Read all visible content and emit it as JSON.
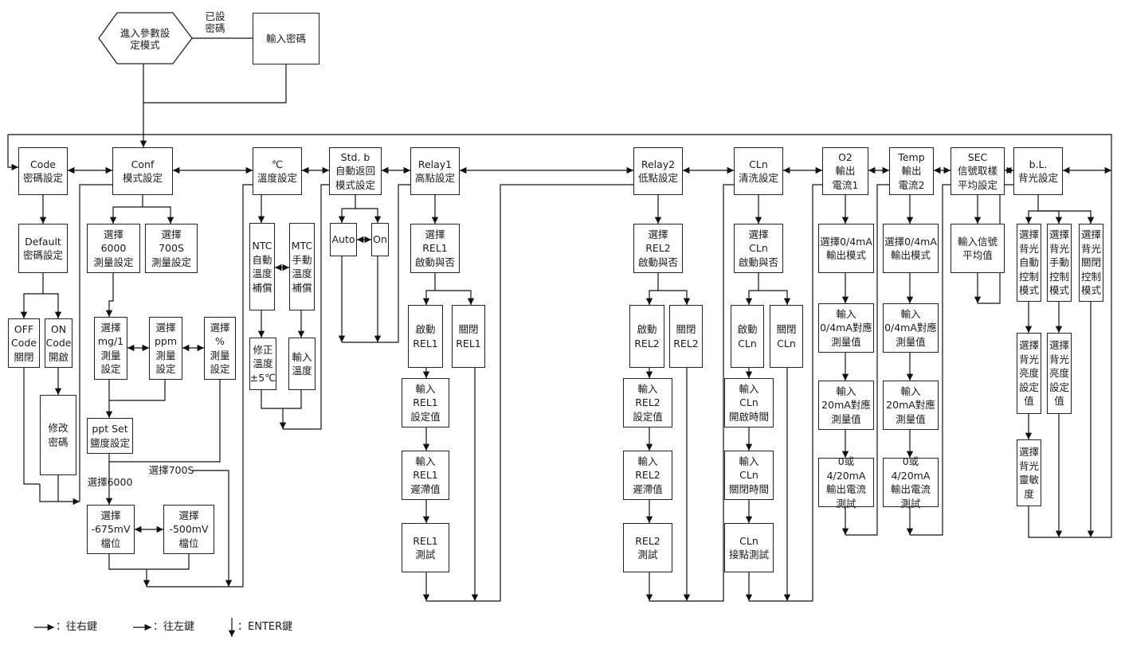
{
  "start": {
    "text": "進入參數設\n定模式"
  },
  "set_label": "已設\n密碼",
  "pwd": "輸入密碼",
  "code": {
    "title": "Code\n密碼設定",
    "default": "Default\n密碼設定",
    "off": "OFF\nCode\n關閉",
    "on": "ON\nCode\n開啟",
    "modify": "修改\n密碼"
  },
  "conf": {
    "title": "Conf\n模式設定",
    "sel6000": "選擇\n6000\n測量設定",
    "sel700": "選擇\n700S\n測量設定",
    "selmg": "選擇\nmg/1\n測量\n設定",
    "selppm": "選擇\nppm\n測量\n設定",
    "selpct": "選擇\n%\n測量\n設定",
    "pptset": "ppt Set\n鹽度設定",
    "lbl700": "選擇700S",
    "lbl6000": "選擇6000",
    "m675": "選擇\n-675mV\n檔位",
    "m500": "選擇\n-500mV\n檔位"
  },
  "temp": {
    "title": "℃\n溫度設定",
    "ntc": "NTC\n自動\n溫度\n補償",
    "mtc": "MTC\n手動\n溫度\n補償",
    "corr": "修正\n溫度\n±5℃",
    "input": "輸入\n溫度"
  },
  "stdb": {
    "title": "Std. b\n自動返回\n模式設定",
    "auto": "Auto",
    "on": "On"
  },
  "relay1": {
    "title": "Relay1\n高點設定",
    "sel": "選擇\nREL1\n啟動與否",
    "start": "啟動\nREL1",
    "close": "關閉\nREL1",
    "setval": "輸入\nREL1\n設定值",
    "lag": "輸入\nREL1\n遲滯值",
    "test": "REL1\n測試"
  },
  "relay2": {
    "title": "Relay2\n低點設定",
    "sel": "選擇\nREL2\n啟動與否",
    "start": "啟動\nREL2",
    "close": "關閉\nREL2",
    "setval": "輸入\nREL2\n設定值",
    "lag": "輸入\nREL2\n遲滯值",
    "test": "REL2\n測試"
  },
  "cln": {
    "title": "CLn\n清洗設定",
    "sel": "選擇\nCLn\n啟動與否",
    "start": "啟動\nCLn",
    "close": "關閉\nCLn",
    "open_time": "輸入\nCLn\n開啟時間",
    "close_time": "輸入\nCLn\n關閉時間",
    "test": "CLn\n接點測試"
  },
  "o2": {
    "title": "O2\n輸出\n電流1",
    "mode": "選擇0/4mA\n輸出模式",
    "v04": "輸入\n0/4mA對應\n測量值",
    "v20": "輸入\n20mA對應\n測量值",
    "test": "0或4/20mA\n輸出電流\n測試"
  },
  "tempout": {
    "title": "Temp\n輸出\n電流2",
    "mode": "選擇0/4mA\n輸出模式",
    "v04": "輸入\n0/4mA對應\n測量值",
    "v20": "輸入\n20mA對應\n測量值",
    "test": "0或4/20mA\n輸出電流\n測試"
  },
  "sec": {
    "title": "SEC\n信號取樣\n平均設定",
    "input": "輸入信號\n平均值"
  },
  "bl": {
    "title": "b.L.\n背光設定",
    "auto": "選擇\n背光\n自動\n控制\n模式",
    "manual": "選擇\n背光\n手動\n控制\n模式",
    "offm": "選擇\n背光\n關閉\n控制\n模式",
    "bright1": "選擇\n背光\n亮度\n設定\n值",
    "bright2": "選擇\n背光\n亮度\n設定\n值",
    "sens": "選擇\n背光\n靈敏\n度"
  },
  "legend": {
    "right": "：往右鍵",
    "left": "：往左鍵",
    "enter": "：ENTER鍵"
  }
}
